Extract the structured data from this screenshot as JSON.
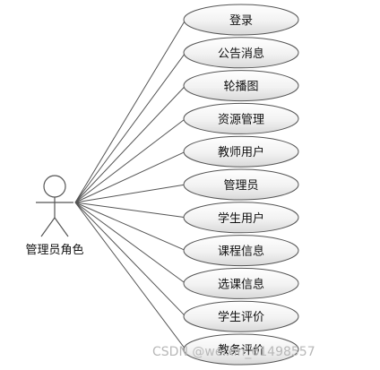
{
  "actor": {
    "label": "管理员角色"
  },
  "use_cases": [
    {
      "label": "登录"
    },
    {
      "label": "公告消息"
    },
    {
      "label": "轮播图"
    },
    {
      "label": "资源管理"
    },
    {
      "label": "教师用户"
    },
    {
      "label": "管理员"
    },
    {
      "label": "学生用户"
    },
    {
      "label": "课程信息"
    },
    {
      "label": "选课信息"
    },
    {
      "label": "学生评价"
    },
    {
      "label": "教务评价"
    }
  ],
  "watermark": {
    "text": "CSDN @weixin_61498557"
  },
  "colors": {
    "stroke": "#555555",
    "ellipse_fill_light": "#ffffff",
    "ellipse_fill_dark": "#d9d9d9"
  }
}
